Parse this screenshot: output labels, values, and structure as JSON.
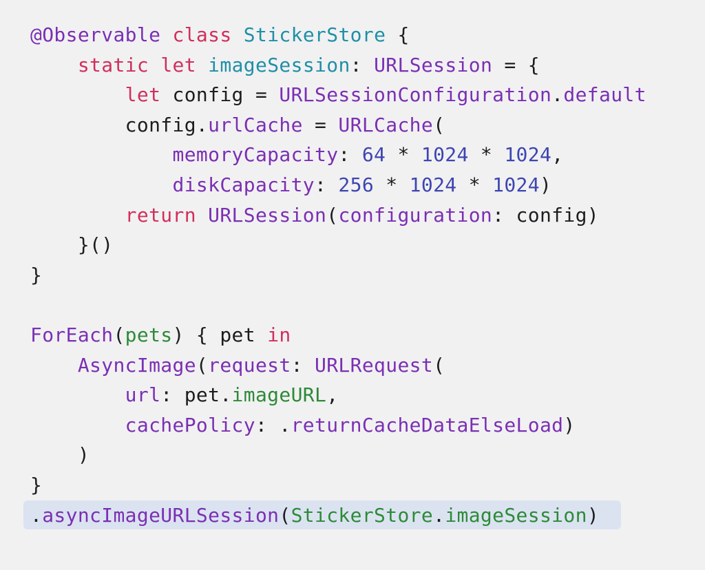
{
  "colors": {
    "background": "#f1f1f2",
    "highlight": "#dbe3f1",
    "keyword": "#d12f5b",
    "type_decl": "#1f8fa6",
    "api": "#7b2fb3",
    "number": "#3e45b0",
    "variable": "#2d8a37",
    "plain": "#1d1d1f"
  },
  "code": {
    "lines": [
      {
        "highlighted": false,
        "tokens": [
          {
            "t": "@Observable",
            "k": "api"
          },
          {
            "t": " ",
            "k": "plain"
          },
          {
            "t": "class",
            "k": "kw"
          },
          {
            "t": " ",
            "k": "plain"
          },
          {
            "t": "StickerStore",
            "k": "type"
          },
          {
            "t": " {",
            "k": "plain"
          }
        ]
      },
      {
        "highlighted": false,
        "tokens": [
          {
            "t": "    ",
            "k": "plain"
          },
          {
            "t": "static",
            "k": "kw"
          },
          {
            "t": " ",
            "k": "plain"
          },
          {
            "t": "let",
            "k": "kw"
          },
          {
            "t": " ",
            "k": "plain"
          },
          {
            "t": "imageSession",
            "k": "type"
          },
          {
            "t": ": ",
            "k": "plain"
          },
          {
            "t": "URLSession",
            "k": "api"
          },
          {
            "t": " = {",
            "k": "plain"
          }
        ]
      },
      {
        "highlighted": false,
        "tokens": [
          {
            "t": "        ",
            "k": "plain"
          },
          {
            "t": "let",
            "k": "kw"
          },
          {
            "t": " config = ",
            "k": "plain"
          },
          {
            "t": "URLSessionConfiguration",
            "k": "api"
          },
          {
            "t": ".",
            "k": "plain"
          },
          {
            "t": "default",
            "k": "api"
          }
        ]
      },
      {
        "highlighted": false,
        "tokens": [
          {
            "t": "        config.",
            "k": "plain"
          },
          {
            "t": "urlCache",
            "k": "api"
          },
          {
            "t": " = ",
            "k": "plain"
          },
          {
            "t": "URLCache",
            "k": "api"
          },
          {
            "t": "(",
            "k": "plain"
          }
        ]
      },
      {
        "highlighted": false,
        "tokens": [
          {
            "t": "            ",
            "k": "plain"
          },
          {
            "t": "memoryCapacity",
            "k": "api"
          },
          {
            "t": ": ",
            "k": "plain"
          },
          {
            "t": "64",
            "k": "num"
          },
          {
            "t": " * ",
            "k": "plain"
          },
          {
            "t": "1024",
            "k": "num"
          },
          {
            "t": " * ",
            "k": "plain"
          },
          {
            "t": "1024",
            "k": "num"
          },
          {
            "t": ",",
            "k": "plain"
          }
        ]
      },
      {
        "highlighted": false,
        "tokens": [
          {
            "t": "            ",
            "k": "plain"
          },
          {
            "t": "diskCapacity",
            "k": "api"
          },
          {
            "t": ": ",
            "k": "plain"
          },
          {
            "t": "256",
            "k": "num"
          },
          {
            "t": " * ",
            "k": "plain"
          },
          {
            "t": "1024",
            "k": "num"
          },
          {
            "t": " * ",
            "k": "plain"
          },
          {
            "t": "1024",
            "k": "num"
          },
          {
            "t": ")",
            "k": "plain"
          }
        ]
      },
      {
        "highlighted": false,
        "tokens": [
          {
            "t": "        ",
            "k": "plain"
          },
          {
            "t": "return",
            "k": "kw"
          },
          {
            "t": " ",
            "k": "plain"
          },
          {
            "t": "URLSession",
            "k": "api"
          },
          {
            "t": "(",
            "k": "plain"
          },
          {
            "t": "configuration",
            "k": "api"
          },
          {
            "t": ": config)",
            "k": "plain"
          }
        ]
      },
      {
        "highlighted": false,
        "tokens": [
          {
            "t": "    }()",
            "k": "plain"
          }
        ]
      },
      {
        "highlighted": false,
        "tokens": [
          {
            "t": "}",
            "k": "plain"
          }
        ]
      },
      {
        "highlighted": false,
        "tokens": []
      },
      {
        "highlighted": false,
        "tokens": [
          {
            "t": "ForEach",
            "k": "api"
          },
          {
            "t": "(",
            "k": "plain"
          },
          {
            "t": "pets",
            "k": "var"
          },
          {
            "t": ") { pet ",
            "k": "plain"
          },
          {
            "t": "in",
            "k": "kw"
          }
        ]
      },
      {
        "highlighted": false,
        "tokens": [
          {
            "t": "    ",
            "k": "plain"
          },
          {
            "t": "AsyncImage",
            "k": "api"
          },
          {
            "t": "(",
            "k": "plain"
          },
          {
            "t": "request",
            "k": "api"
          },
          {
            "t": ": ",
            "k": "plain"
          },
          {
            "t": "URLRequest",
            "k": "api"
          },
          {
            "t": "(",
            "k": "plain"
          }
        ]
      },
      {
        "highlighted": false,
        "tokens": [
          {
            "t": "        ",
            "k": "plain"
          },
          {
            "t": "url",
            "k": "api"
          },
          {
            "t": ": pet.",
            "k": "plain"
          },
          {
            "t": "imageURL",
            "k": "var"
          },
          {
            "t": ",",
            "k": "plain"
          }
        ]
      },
      {
        "highlighted": false,
        "tokens": [
          {
            "t": "        ",
            "k": "plain"
          },
          {
            "t": "cachePolicy",
            "k": "api"
          },
          {
            "t": ": .",
            "k": "plain"
          },
          {
            "t": "returnCacheDataElseLoad",
            "k": "api"
          },
          {
            "t": ")",
            "k": "plain"
          }
        ]
      },
      {
        "highlighted": false,
        "tokens": [
          {
            "t": "    )",
            "k": "plain"
          }
        ]
      },
      {
        "highlighted": false,
        "tokens": [
          {
            "t": "}",
            "k": "plain"
          }
        ]
      },
      {
        "highlighted": true,
        "tokens": [
          {
            "t": ".",
            "k": "plain"
          },
          {
            "t": "asyncImageURLSession",
            "k": "api"
          },
          {
            "t": "(",
            "k": "plain"
          },
          {
            "t": "StickerStore",
            "k": "var"
          },
          {
            "t": ".",
            "k": "plain"
          },
          {
            "t": "imageSession",
            "k": "var"
          },
          {
            "t": ")",
            "k": "plain"
          }
        ]
      }
    ]
  }
}
